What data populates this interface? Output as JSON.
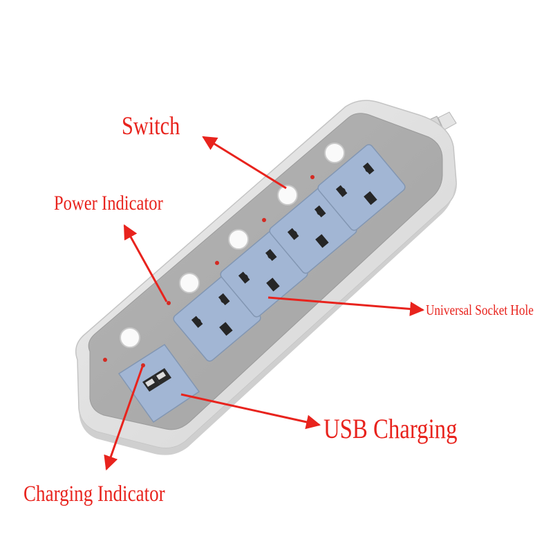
{
  "product": "power strip with switches and USB ports",
  "labels": {
    "switch": "Switch",
    "power_indicator": "Power Indicator",
    "universal_socket_hole": "Universal Socket Hole",
    "usb_charging": "USB Charging",
    "charging_indicator": "Charging Indicator"
  },
  "counts": {
    "switches": 5,
    "sockets": 4,
    "usb_ports": 2,
    "indicators": 5
  },
  "colors": {
    "background": "#ffffff",
    "body_shell": "#e6e6e6",
    "top_panel": "#a9a9a9",
    "socket_panel": "#a2b6d4",
    "switch_button": "#fafafa",
    "indicator_led": "#d42a22",
    "annotation": "#e8231d"
  }
}
